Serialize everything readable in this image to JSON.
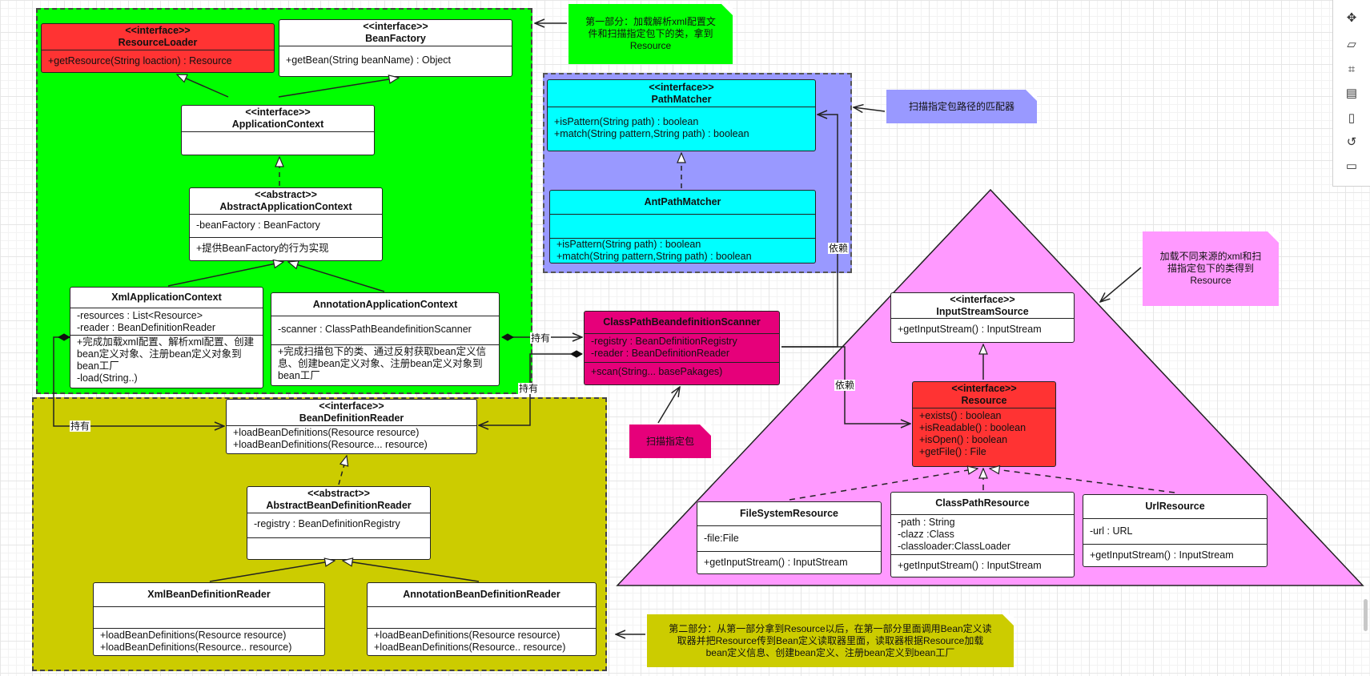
{
  "regions": [
    {
      "name": "part1-region",
      "bg": "#00ff00",
      "border": "#444444"
    },
    {
      "name": "matcher-region",
      "bg": "#9999ff",
      "border": "#555555"
    },
    {
      "name": "reader-region",
      "bg": "#cccc00",
      "border": "#444444"
    }
  ],
  "triangle": {
    "fill": "#ff99ff",
    "stroke": "#222222"
  },
  "notes": {
    "part1": {
      "text": "第一部分：加载解析xml配置文\n件和扫描指定包下的类，拿到\nResource",
      "bg": "#00ff00",
      "fold": "#00aa00"
    },
    "matcher": {
      "text": "扫描指定包路径的匹配器",
      "bg": "#9999ff",
      "fold": "#6666cc"
    },
    "resource": {
      "text": "加载不同来源的xml和扫\n描指定包下的类得到\nResource",
      "bg": "#ff99ff",
      "fold": "#cc66cc"
    },
    "scan": {
      "text": "扫描指定包",
      "bg": "#e6007a",
      "fold": "#99004f"
    },
    "part2": {
      "text": "第二部分：从第一部分拿到Resource以后，在第一部分里面调用Bean定义读\n取器并把Resource传到Bean定义读取器里面，读取器根据Resource加载\nbean定义信息、创建bean定义、注册bean定义到bean工厂",
      "bg": "#cccc00",
      "fold": "#888800"
    }
  },
  "classes": {
    "resourceLoader": {
      "stereotype": "<<interface>>",
      "name": "ResourceLoader",
      "members": [
        "+getResource(String loaction) : Resource"
      ]
    },
    "beanFactory": {
      "stereotype": "<<interface>>",
      "name": "BeanFactory",
      "members": [
        "+getBean(String beanName) : Object"
      ]
    },
    "applicationContext": {
      "stereotype": "<<interface>>",
      "name": "ApplicationContext"
    },
    "abstractApplicationContext": {
      "stereotype": "<<abstract>>",
      "name": "AbstractApplicationContext",
      "fields": [
        "-beanFactory : BeanFactory"
      ],
      "methods": [
        "+提供BeanFactory的行为实现"
      ]
    },
    "xmlApplicationContext": {
      "name": "XmlApplicationContext",
      "fields": [
        "-resources : List<Resource>",
        "-reader : BeanDefinitionReader"
      ],
      "methods": [
        "+完成加载xml配置、解析xml配置、创建bean定义对象、注册bean定义对象到bean工厂",
        "-load(String..)"
      ]
    },
    "annotationApplicationContext": {
      "name": "AnnotationApplicationContext",
      "fields": [
        "-scanner : ClassPathBeandefinitionScanner"
      ],
      "methods": [
        "+完成扫描包下的类、通过反射获取bean定义信息、创建bean定义对象、注册bean定义对象到bean工厂"
      ]
    },
    "pathMatcher": {
      "stereotype": "<<interface>>",
      "name": "PathMatcher",
      "methods": [
        "+isPattern(String path) : boolean",
        "+match(String pattern,String path) : boolean"
      ]
    },
    "antPathMatcher": {
      "name": "AntPathMatcher",
      "methods": [
        "+isPattern(String path) : boolean",
        "+match(String pattern,String path) : boolean"
      ]
    },
    "scanner": {
      "name": "ClassPathBeandefinitionScanner",
      "fields": [
        "-registry : BeanDefinitionRegistry",
        "-reader : BeanDefinitionReader"
      ],
      "methods": [
        "+scan(String... basePakages)"
      ]
    },
    "inputStreamSource": {
      "stereotype": "<<interface>>",
      "name": "InputStreamSource",
      "methods": [
        "+getInputStream() : InputStream"
      ]
    },
    "resource": {
      "stereotype": "<<interface>>",
      "name": "Resource",
      "methods": [
        "+exists() : boolean",
        "+isReadable() : boolean",
        "+isOpen() : boolean",
        "+getFile() : File"
      ]
    },
    "fileSystemResource": {
      "name": "FileSystemResource",
      "fields": [
        "-file:File"
      ],
      "methods": [
        "+getInputStream() : InputStream"
      ]
    },
    "classPathResource": {
      "name": "ClassPathResource",
      "fields": [
        "-path : String",
        "-clazz :Class",
        "-classloader:ClassLoader"
      ],
      "methods": [
        "+getInputStream() : InputStream"
      ]
    },
    "urlResource": {
      "name": "UrlResource",
      "fields": [
        "-url : URL"
      ],
      "methods": [
        "+getInputStream() : InputStream"
      ]
    },
    "beanDefinitionReader": {
      "stereotype": "<<interface>>",
      "name": "BeanDefinitionReader",
      "methods": [
        "+loadBeanDefinitions(Resource resource)",
        "+loadBeanDefinitions(Resource... resource)"
      ]
    },
    "abstractBeanDefinitionReader": {
      "stereotype": "<<abstract>>",
      "name": "AbstractBeanDefinitionReader",
      "fields": [
        "-registry : BeanDefinitionRegistry"
      ]
    },
    "xmlBeanDefinitionReader": {
      "name": "XmlBeanDefinitionReader",
      "methods": [
        "+loadBeanDefinitions(Resource resource)",
        "+loadBeanDefinitions(Resource.. resource)"
      ]
    },
    "annotationBeanDefinitionReader": {
      "name": "AnnotationBeanDefinitionReader",
      "methods": [
        "+loadBeanDefinitions(Resource resource)",
        "+loadBeanDefinitions(Resource.. resource)"
      ]
    }
  },
  "edge_labels": {
    "has_scanner": "持有",
    "has_reader_right": "持有",
    "has_reader_left": "持有",
    "depends_matcher": "依赖",
    "depends_resource": "依赖"
  },
  "colors": {
    "interface_red": "#ff3333",
    "cyan": "#00ffff",
    "magenta": "#e6007a",
    "white": "#ffffff"
  },
  "toolbar": {
    "icons": [
      "move-icon",
      "format-icon",
      "crop-icon",
      "pages-icon",
      "page-icon",
      "history-icon",
      "comment-icon"
    ]
  }
}
